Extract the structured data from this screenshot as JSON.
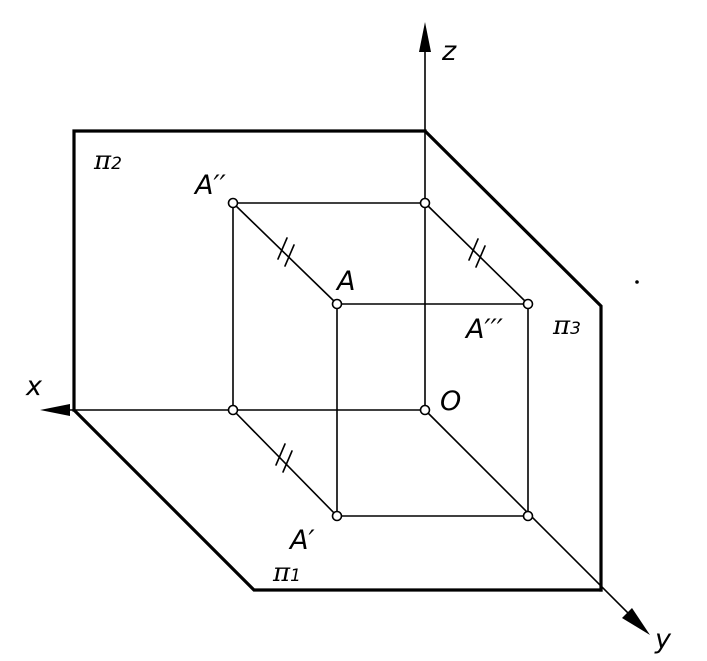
{
  "axes": {
    "x": "x",
    "y": "y",
    "z": "z"
  },
  "origin": "O",
  "planes": {
    "p1": {
      "symbol": "π",
      "sub": "1"
    },
    "p2": {
      "symbol": "π",
      "sub": "2"
    },
    "p3": {
      "symbol": "π",
      "sub": "3"
    }
  },
  "points": {
    "A": "A",
    "A1": "A′",
    "A2": "A′′",
    "A3": "A′′′"
  },
  "equality_mark": "//"
}
